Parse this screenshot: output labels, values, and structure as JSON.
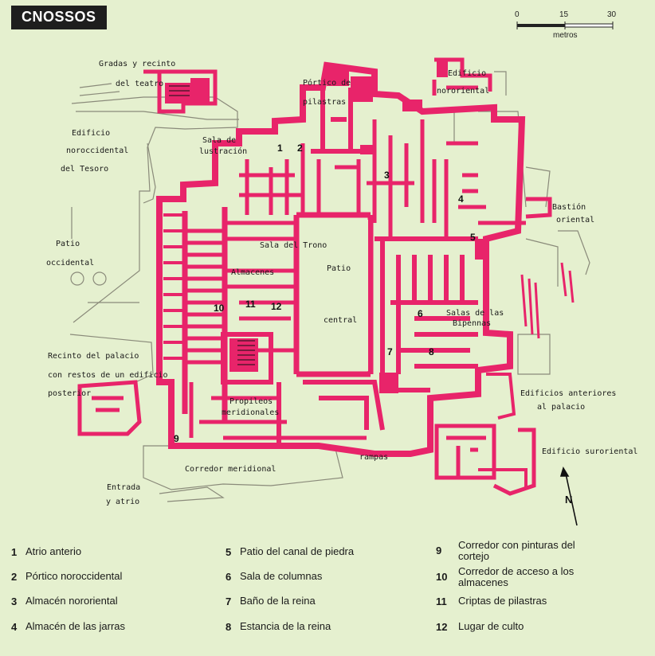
{
  "title": "CNOSSOS",
  "scale": {
    "ticks": [
      "0",
      "15",
      "30"
    ],
    "unit": "metros"
  },
  "north_label": "N",
  "labels": {
    "gradas": "Gradas y recinto",
    "teatro": "del teatro",
    "portico1": "Pórtico de",
    "portico2": "pilastras",
    "edif_nor1": "Edificio",
    "edif_nor2": "nororiental",
    "sala_lus1": "Sala de",
    "sala_lus2": "lustración",
    "edif_noro1": "Edificio",
    "edif_noro2": "noroccidental",
    "edif_noro3": "del Tesoro",
    "bastion1": "Bastión",
    "bastion2": "oriental",
    "patio_occ1": "Patio",
    "patio_occ2": "occidental",
    "sala_trono": "Sala del Trono",
    "patio_c1": "Patio",
    "almacenes": "Almacenes",
    "patio_c2": "central",
    "salas_hachas1": "Salas de las",
    "salas_hachas2": "Bipennas",
    "recinto1": "Recinto del palacio",
    "recinto2": "con restos de un edificio",
    "recinto3": "posterior",
    "propileos1": "Propileos",
    "propileos2": "meridionales",
    "edif_ant1": "Edificios anteriores",
    "edif_ant2": "al palacio",
    "edif_sur": "Edificio suroriental",
    "rampas": "rampas",
    "corredor": "Corredor meridional",
    "entrada1": "Entrada",
    "entrada2": "y atrio"
  },
  "numbers": [
    "1",
    "2",
    "3",
    "4",
    "5",
    "6",
    "7",
    "8",
    "9",
    "10",
    "11",
    "12"
  ],
  "legend": [
    {
      "n": "1",
      "text": "Atrio anterio"
    },
    {
      "n": "2",
      "text": "Pórtico noroccidental"
    },
    {
      "n": "3",
      "text": "Almacén nororiental"
    },
    {
      "n": "4",
      "text": "Almacén de las jarras"
    },
    {
      "n": "5",
      "text": "Patio del canal de piedra"
    },
    {
      "n": "6",
      "text": "Sala de columnas"
    },
    {
      "n": "7",
      "text": "Baño de la reina"
    },
    {
      "n": "8",
      "text": "Estancia de la reina"
    },
    {
      "n": "9",
      "text": "Corredor con pinturas del cortejo"
    },
    {
      "n": "10",
      "text": "Corredor de acceso a los almacenes"
    },
    {
      "n": "11",
      "text": "Criptas de pilastras"
    },
    {
      "n": "12",
      "text": "Lugar de culto"
    }
  ],
  "colors": {
    "wall": "#e8246a",
    "background": "#e5f0cf",
    "outline": "#8a8a7a"
  }
}
